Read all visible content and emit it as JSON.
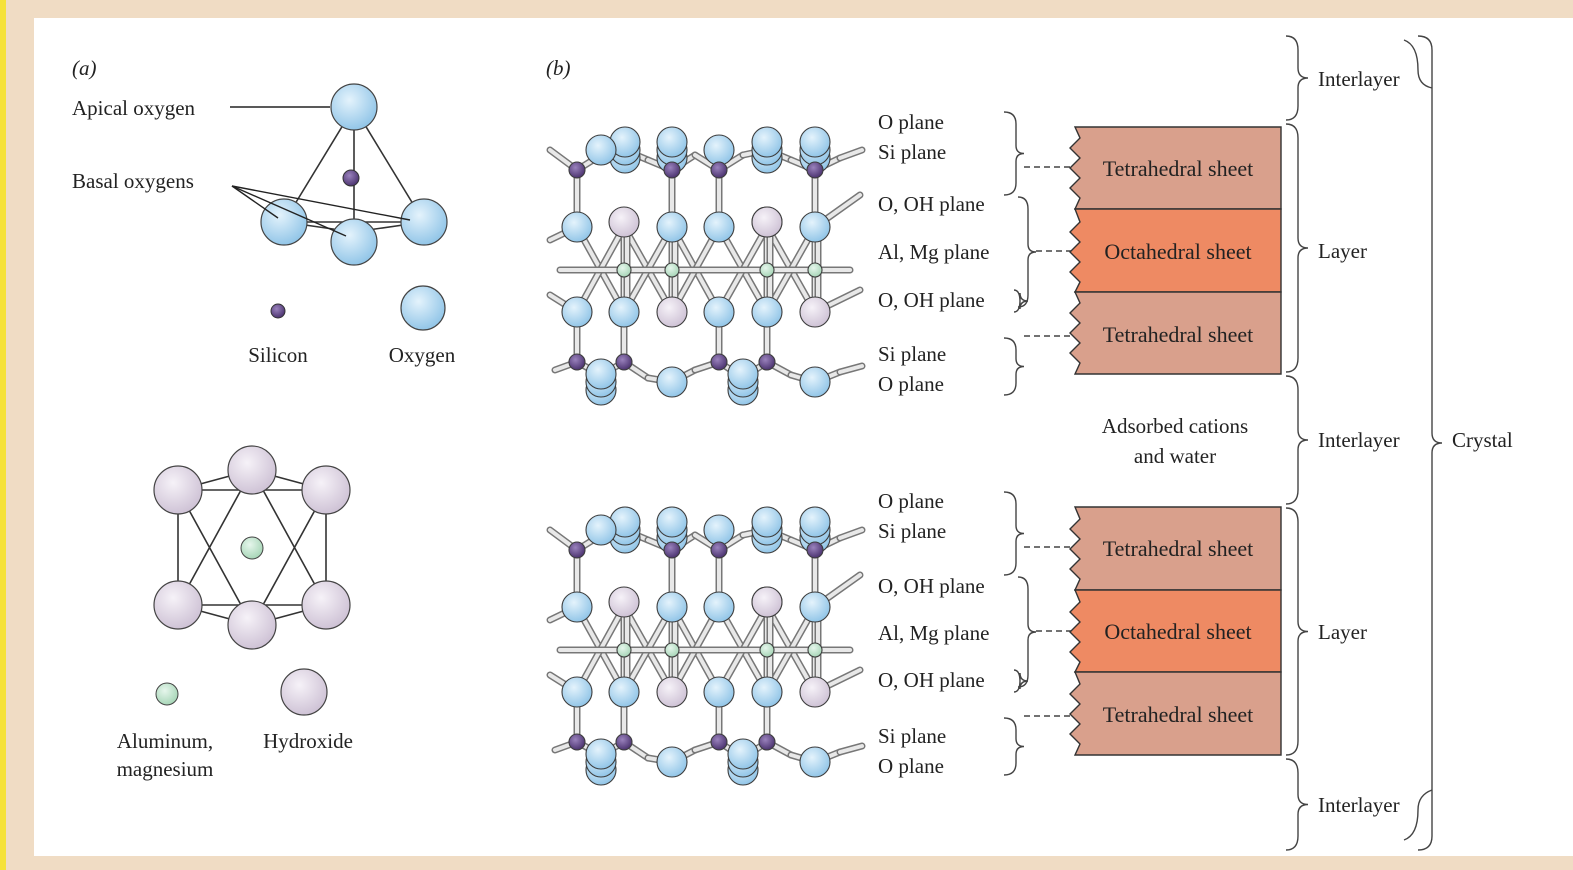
{
  "panel_a": {
    "label": "(a)",
    "apical_oxygen": "Apical oxygen",
    "basal_oxygens": "Basal oxygens",
    "silicon": "Silicon",
    "oxygen": "Oxygen",
    "aluminum_line1": "Aluminum,",
    "aluminum_line2": "magnesium",
    "hydroxide": "Hydroxide"
  },
  "panel_b": {
    "label": "(b)",
    "planes_top": [
      "O plane",
      "Si plane",
      "O, OH plane",
      "Al, Mg plane",
      "O, OH plane",
      "Si plane",
      "O plane"
    ],
    "planes_bottom": [
      "O plane",
      "Si plane",
      "O, OH plane",
      "Al, Mg plane",
      "O, OH plane",
      "Si plane",
      "O plane"
    ],
    "tetrahedral_sheet": "Tetrahedral sheet",
    "octahedral_sheet": "Octahedral sheet",
    "adsorbed_line1": "Adsorbed cations",
    "adsorbed_line2": "and water",
    "interlayer": "Interlayer",
    "layer": "Layer",
    "crystal": "Crystal"
  },
  "colors": {
    "oxygen": "#a9d4ee",
    "silicon": "#6b4f93",
    "hydroxide": "#ddd4e2",
    "aluminum": "#bfe3cc",
    "tetrahedral": "#d9a08c",
    "octahedral": "#ee8a63",
    "background": "#f0dcc4"
  }
}
